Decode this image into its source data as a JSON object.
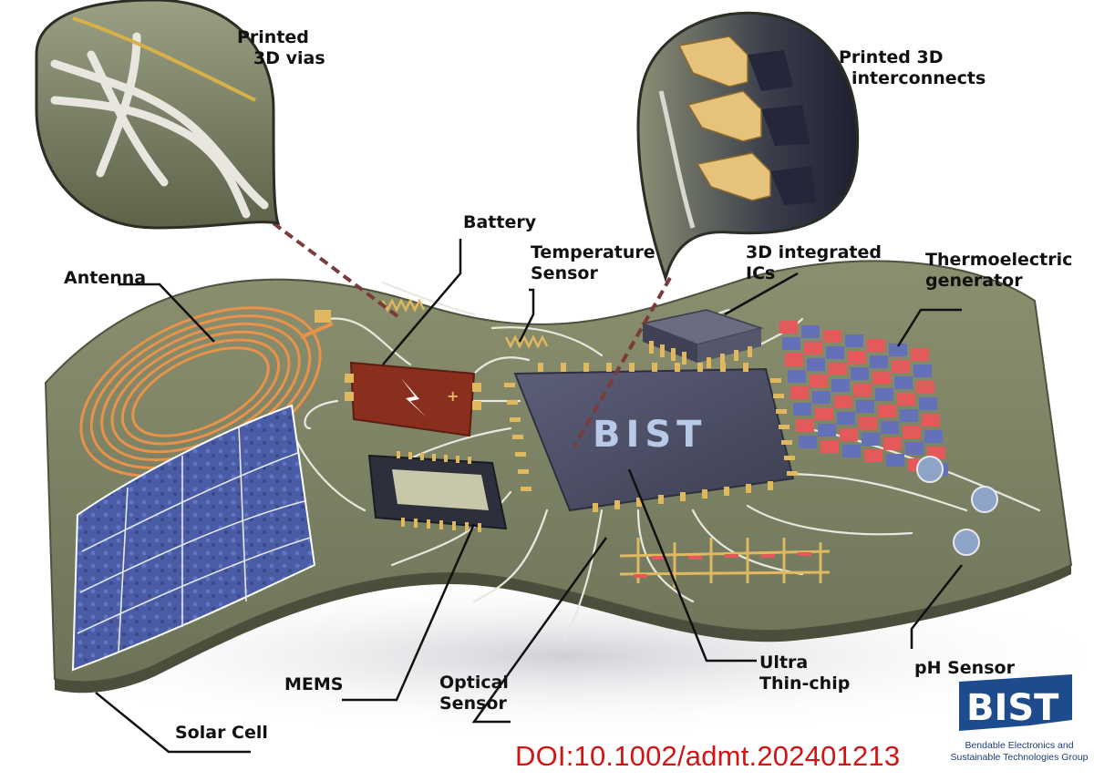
{
  "labels": {
    "printed_3d_vias": [
      "Printed",
      "3D vias"
    ],
    "printed_3d_interconnects": [
      "Printed 3D",
      "interconnects"
    ],
    "battery": "Battery",
    "temperature_sensor": [
      "Temperature",
      "Sensor"
    ],
    "integrated_ics": [
      "3D integrated",
      "ICs"
    ],
    "thermoelectric_generator": [
      "Thermoelectric",
      "generator"
    ],
    "antenna": "Antenna",
    "mems": "MEMS",
    "optical_sensor": [
      "Optical",
      "Sensor"
    ],
    "ultra_thin_chip": [
      "Ultra",
      "Thin-chip"
    ],
    "ph_sensor": "pH Sensor",
    "solar_cell": "Solar Cell"
  },
  "chip_text": "BIST",
  "doi": "DOI:10.1002/admt.202401213",
  "logo": {
    "text": "BIST",
    "caption": [
      "Bendable Electronics and",
      "Sustainable Technologies Group"
    ]
  },
  "colors": {
    "substrate": "#7c8263",
    "substrate_dark": "#5c6147",
    "copper": "#e8924a",
    "gold_pad": "#e0b860",
    "chip": "#4a4c63",
    "solar": "#4a5ca8",
    "teg_red": "#e45a5a",
    "teg_blue": "#6470b8",
    "battery": "#8a2f1e",
    "doi": "#d41414",
    "logo_blue": "#1e4b8e"
  }
}
